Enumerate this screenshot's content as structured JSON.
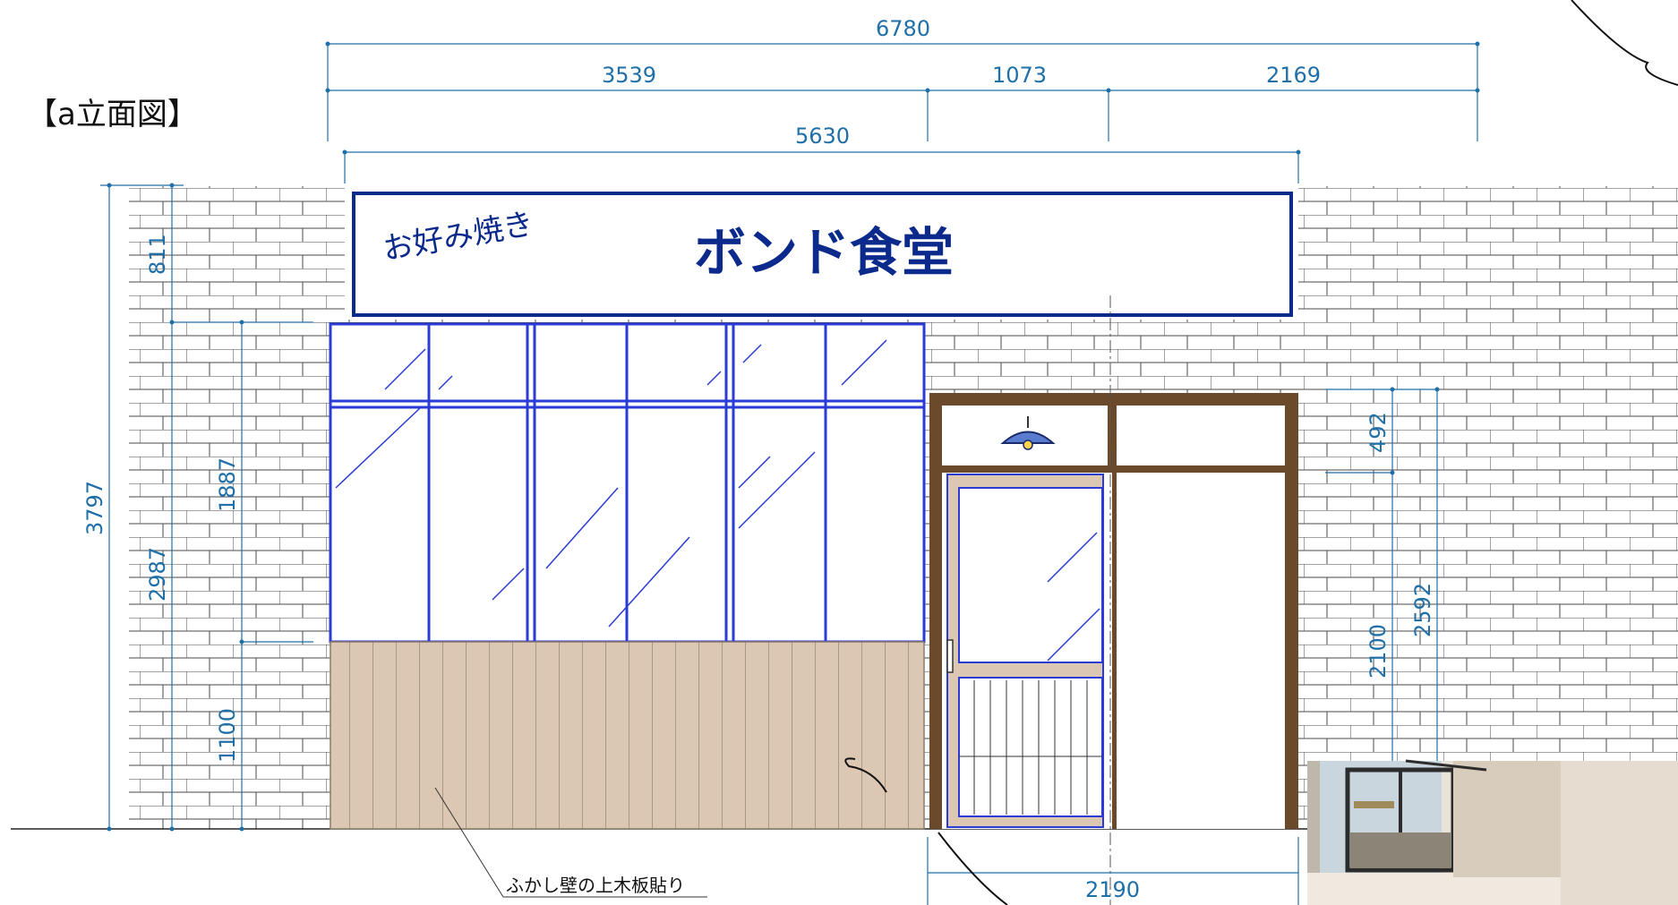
{
  "title": "【a立面図】",
  "sign": {
    "small": "お好み焼き",
    "main": "ボンド食堂"
  },
  "dimensions": {
    "total_width": "6780",
    "seg_left": "3539",
    "seg_mid": "1073",
    "seg_right": "2169",
    "sign_width": "5630",
    "total_height": "3797",
    "sign_band": "811",
    "upper_glass": "1887",
    "below_band": "2987",
    "wainscot": "1100",
    "transom": "492",
    "door_height": "2100",
    "opening_height": "2592",
    "bottom_width": "2190"
  },
  "annotation": "ふかし壁の上木板貼り",
  "colors": {
    "dimension": "#1f6fa8",
    "sign_blue": "#0b2a8c",
    "frame_blue": "#2a3bd6",
    "wood": "#dcc7b3",
    "door_frame": "#6b4a2b"
  }
}
